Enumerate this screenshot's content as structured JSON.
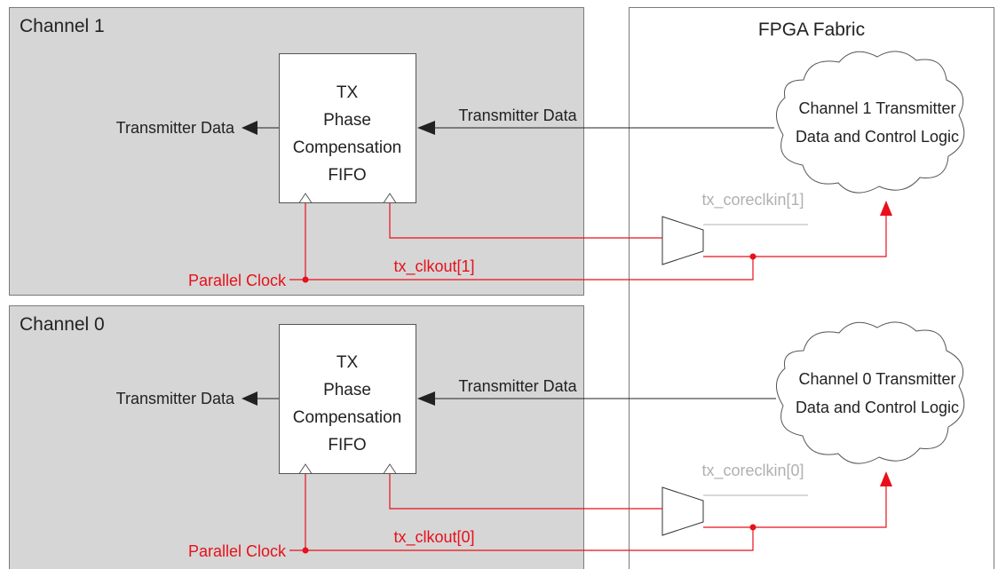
{
  "colors": {
    "channel_fill": "#d6d6d6",
    "clock_red": "#e8101a",
    "wire_black": "#222222",
    "disabled_grey": "#b0b0b0"
  },
  "fabric": {
    "title": "FPGA Fabric"
  },
  "channel1": {
    "title": "Channel 1",
    "fifo_lines": [
      "TX",
      "Phase",
      "Compensation",
      "FIFO"
    ],
    "tx_data_out": "Transmitter Data",
    "tx_data_in": "Transmitter Data",
    "parallel_clock": "Parallel Clock",
    "clkout": "tx_clkout[1]",
    "coreclkin": "tx_coreclkin[1]",
    "logic_lines": [
      "Channel 1 Transmitter",
      "Data and Control Logic"
    ]
  },
  "channel0": {
    "title": "Channel 0",
    "fifo_lines": [
      "TX",
      "Phase",
      "Compensation",
      "FIFO"
    ],
    "tx_data_out": "Transmitter Data",
    "tx_data_in": "Transmitter Data",
    "parallel_clock": "Parallel Clock",
    "clkout": "tx_clkout[0]",
    "coreclkin": "tx_coreclkin[0]",
    "logic_lines": [
      "Channel 0 Transmitter",
      "Data and Control Logic"
    ]
  }
}
